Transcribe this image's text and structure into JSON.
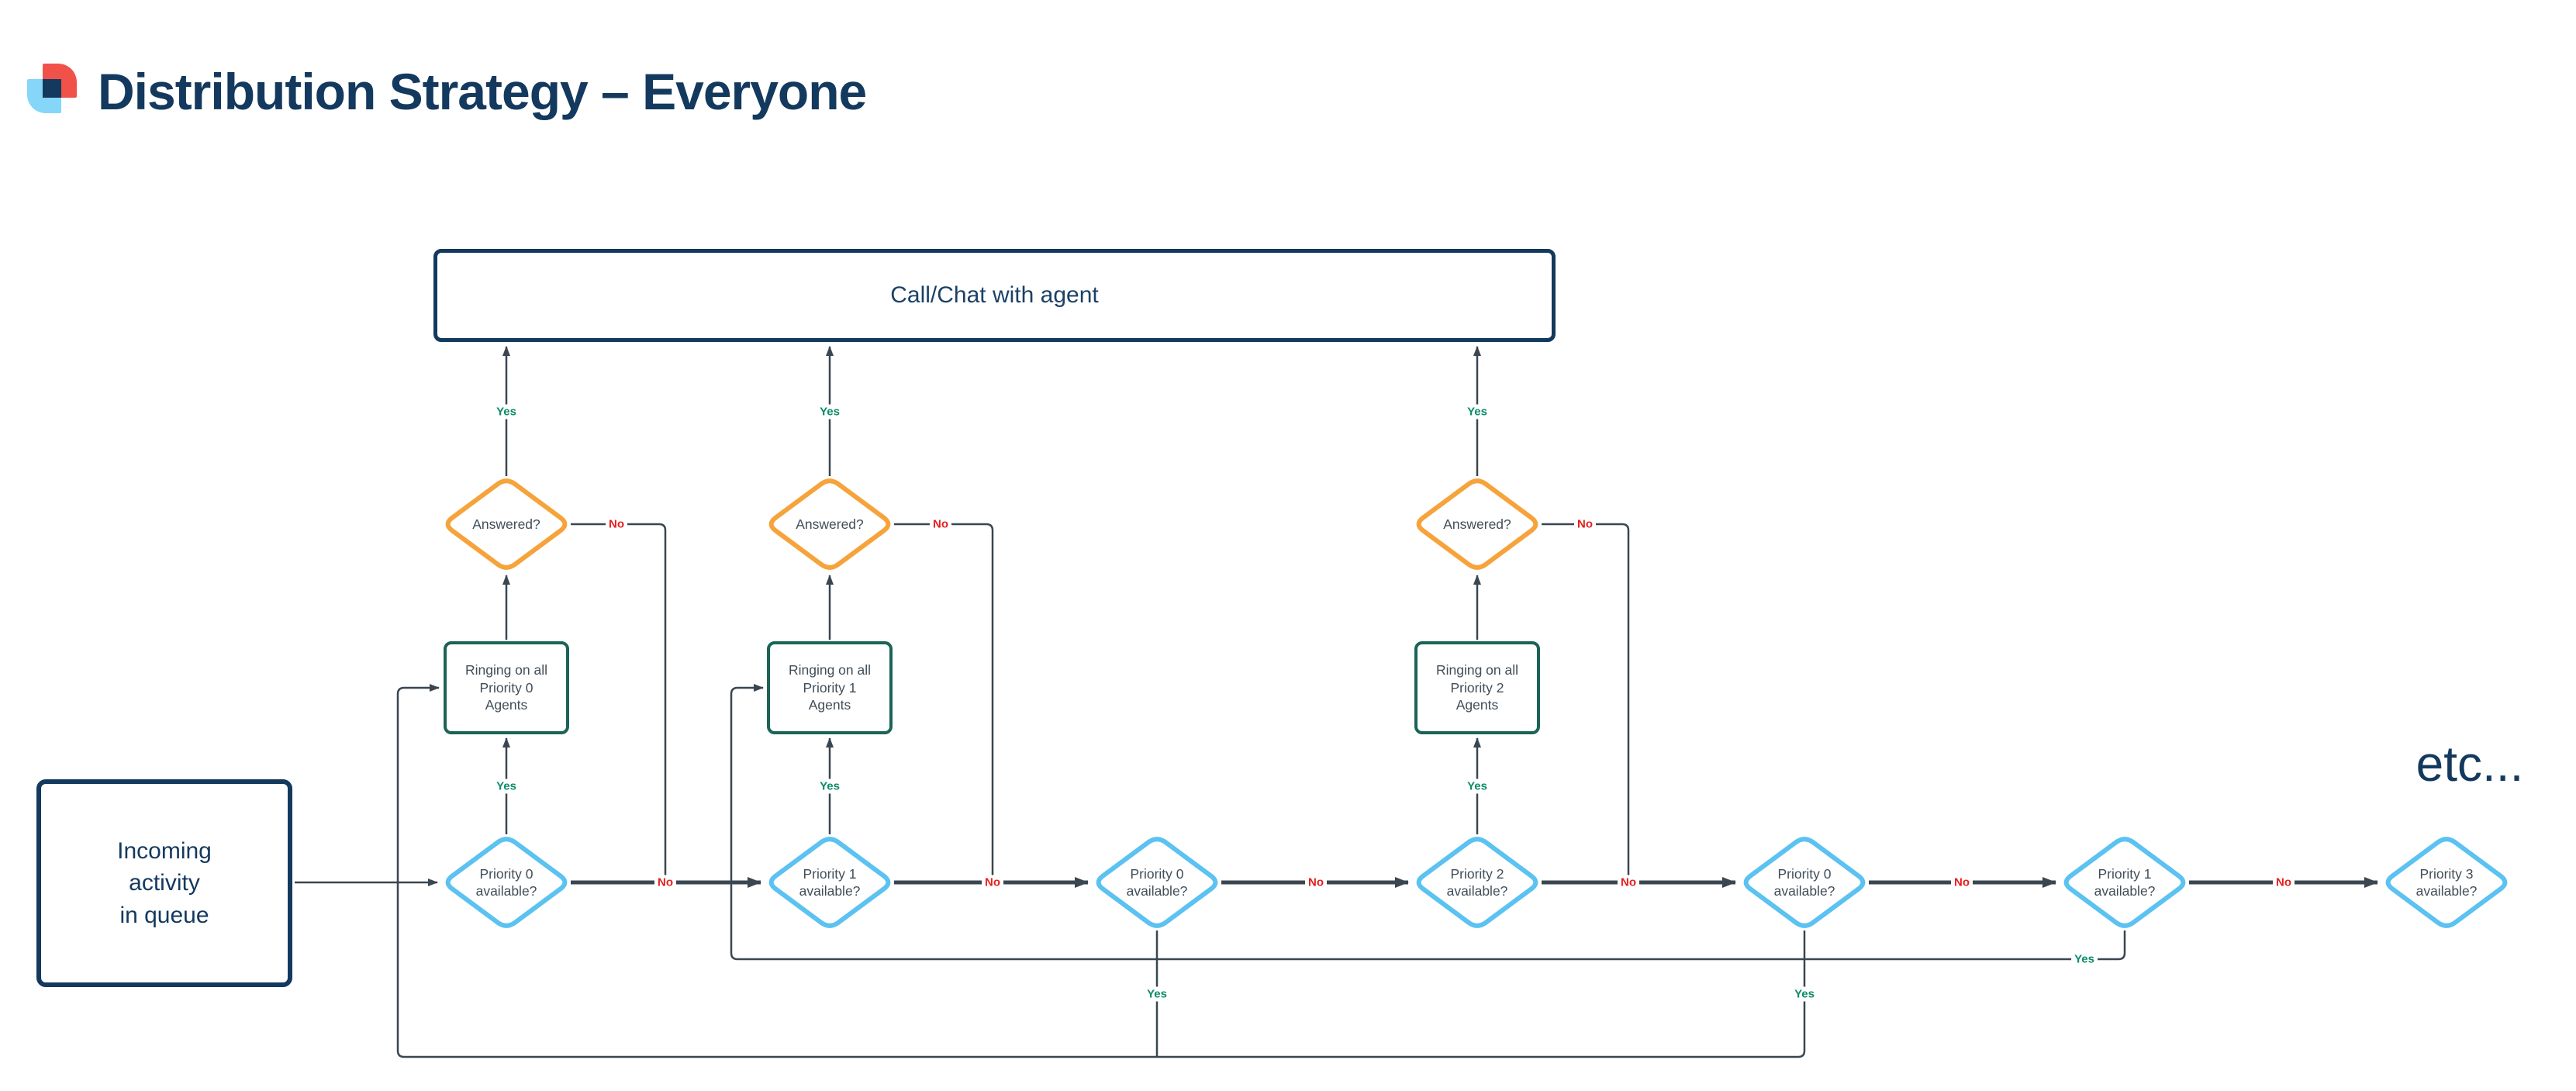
{
  "title": "Distribution Strategy – Everyone",
  "nodes": {
    "start": "Incoming\nactivity\nin queue",
    "terminal": "Call/Chat with agent",
    "ringing": [
      "Ringing on all\nPriority 0\nAgents",
      "Ringing on all\nPriority 1\nAgents",
      "Ringing on all\nPriority 2\nAgents"
    ],
    "answered": [
      "Answered?",
      "Answered?",
      "Answered?"
    ],
    "priority": [
      "Priority 0\navailable?",
      "Priority 1\navailable?",
      "Priority 0\navailable?",
      "Priority 2\navailable?",
      "Priority 0\navailable?",
      "Priority 1\navailable?",
      "Priority 3\navailable?"
    ],
    "continuation": "etc..."
  },
  "edge_labels": {
    "yes": "Yes",
    "no": "No"
  },
  "colors": {
    "title_navy": "#14395e",
    "node_border_navy": "#14395e",
    "decision_orange": "#f6a33c",
    "decision_blue": "#5bc2f1",
    "process_green": "#1a6456",
    "connector_gray": "#3a4650",
    "yes_green": "#0b8b69",
    "no_red": "#e81d1d",
    "node_text": "#414e58",
    "logo_red": "#f0524a",
    "logo_blue": "#85d6f8",
    "logo_navy": "#14395e"
  }
}
